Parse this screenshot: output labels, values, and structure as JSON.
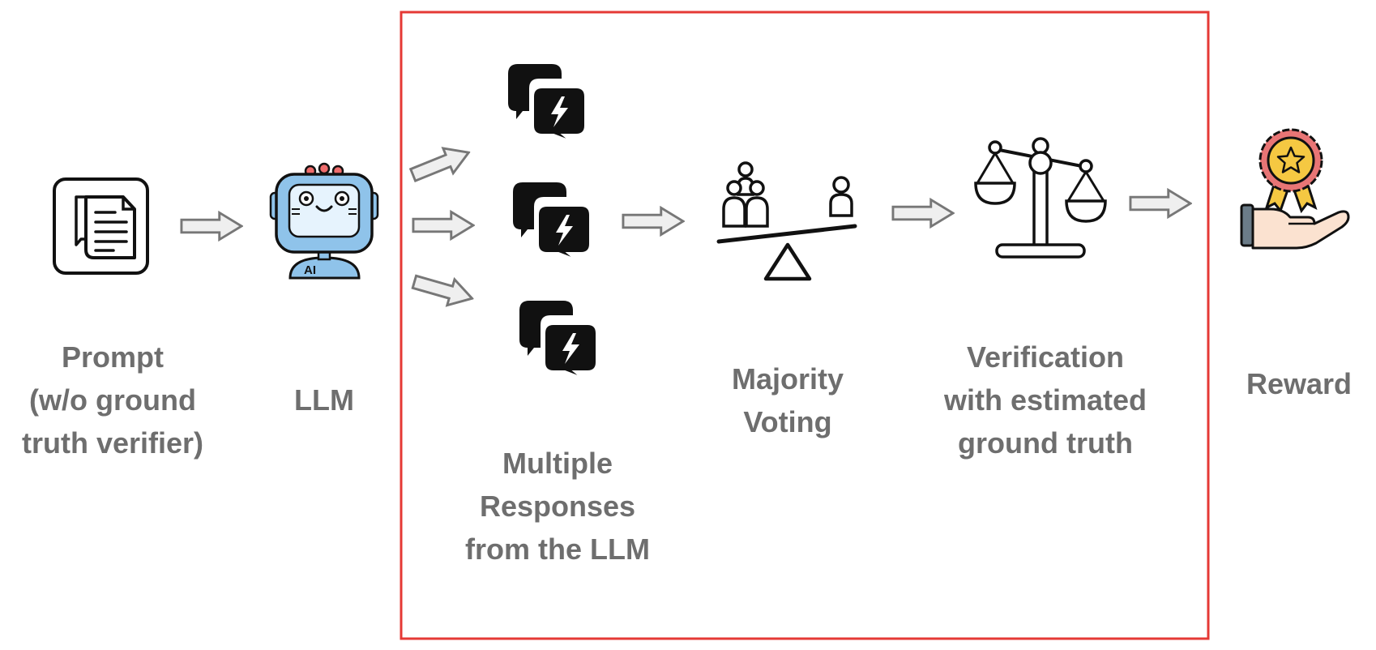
{
  "labels": {
    "prompt": [
      "Prompt",
      "(w/o ground",
      "truth verifier)"
    ],
    "llm": [
      "LLM"
    ],
    "responses": [
      "Multiple",
      "Responses",
      "from the LLM"
    ],
    "voting": [
      "Majority",
      "Voting"
    ],
    "verification": [
      "Verification",
      "with estimated",
      "ground truth"
    ],
    "reward": [
      "Reward"
    ]
  },
  "robot_badge": "AI",
  "colors": {
    "box_border": "#e53935",
    "label_text": "#6e6e6e",
    "arrow_fill": "#efefef",
    "arrow_stroke": "#777777",
    "icon_stroke": "#111111",
    "robot_blue": "#8fc3ea",
    "robot_antenna": "#ef6c6c",
    "medal_gold": "#f5c842",
    "medal_red": "#e87575",
    "hand_skin": "#fbe2d0",
    "cuff": "#6b7c88"
  },
  "icons": [
    "document-icon",
    "robot-icon",
    "chat-bolt-icon",
    "seesaw-icon",
    "balance-scale-icon",
    "award-medal-icon",
    "hand-icon"
  ]
}
